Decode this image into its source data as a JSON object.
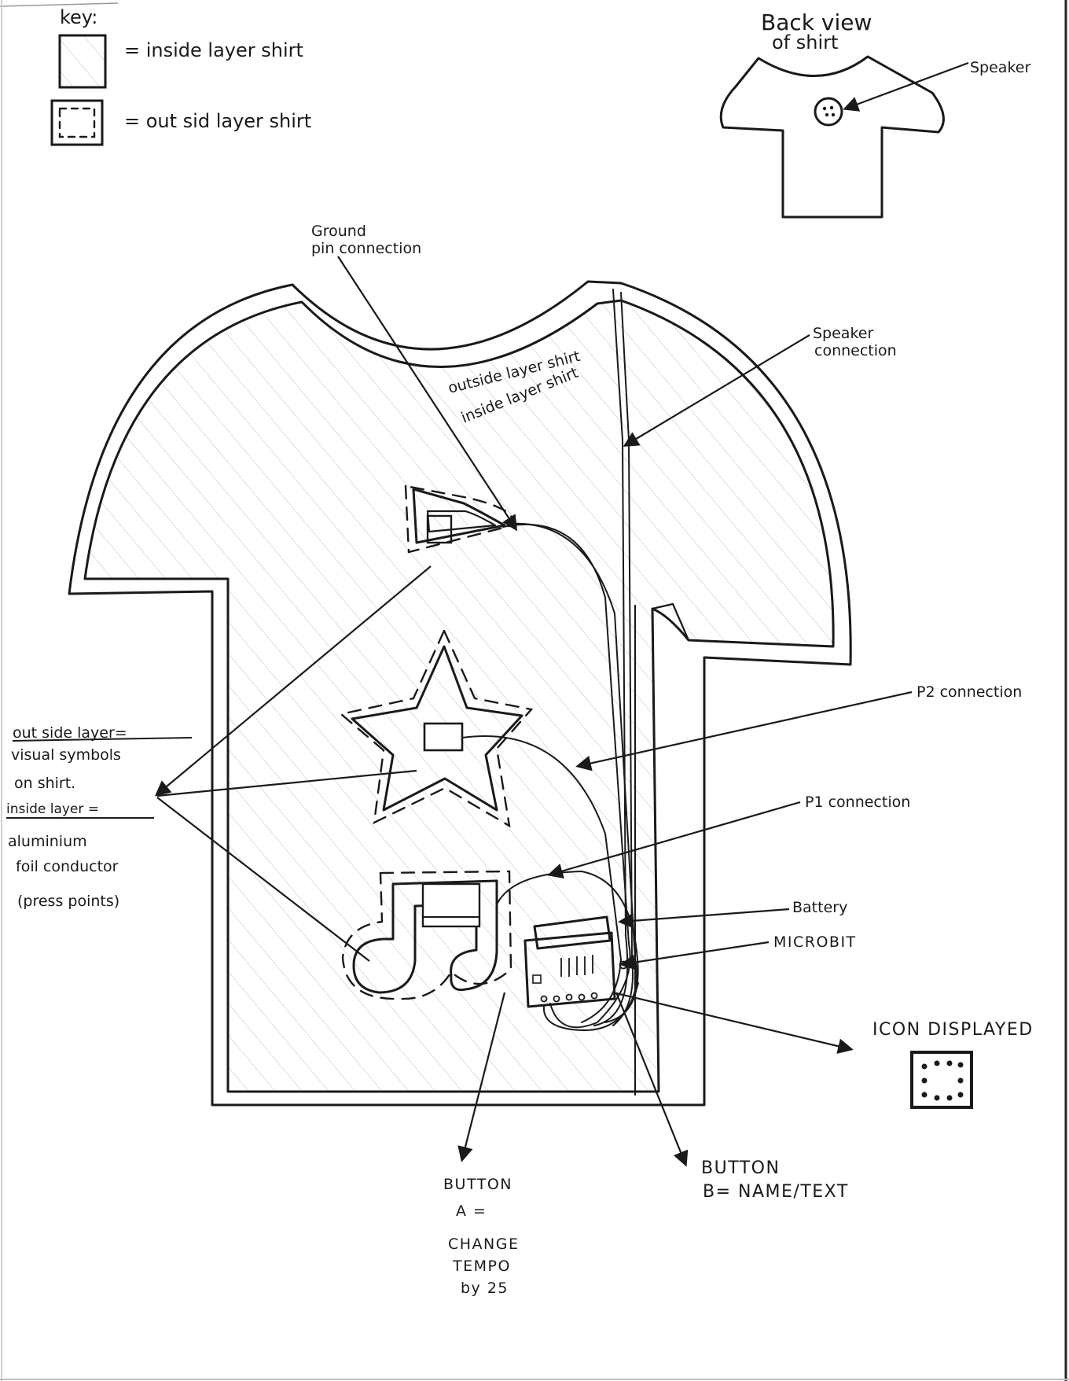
{
  "key": {
    "title": "key:",
    "inside_layer": "= inside layer shirt",
    "outside_layer": "= out sid layer shirt"
  },
  "back_view": {
    "title_line1": "Back view",
    "title_line2": "of shirt",
    "speaker": "Speaker"
  },
  "front_labels": {
    "ground_line1": "Ground",
    "ground_line2": "pin connection",
    "speaker_conn_line1": "Speaker",
    "speaker_conn_line2": "connection",
    "outside_layer_shirt": "outside layer shirt",
    "inside_layer_shirt": "inside layer shirt",
    "p2": "P2 connection",
    "p1": "P1 connection",
    "battery": "Battery",
    "microbit": "MICROBIT",
    "icon_displayed": "ICON DISPLAYED"
  },
  "side_note": {
    "line1": "out side layer=",
    "line2": "visual symbols",
    "line3": "on shirt.",
    "line4": "inside layer =",
    "line5": "aluminium",
    "line6": "foil conductor",
    "line7": "(press points)"
  },
  "button_a": {
    "line1": "BUTTON",
    "line2": "A =",
    "line3": "CHANGE",
    "line4": "TEMPO",
    "line5": "by 25"
  },
  "button_b": {
    "line1": "BUTTON",
    "line2": "B= NAME/TEXT"
  }
}
